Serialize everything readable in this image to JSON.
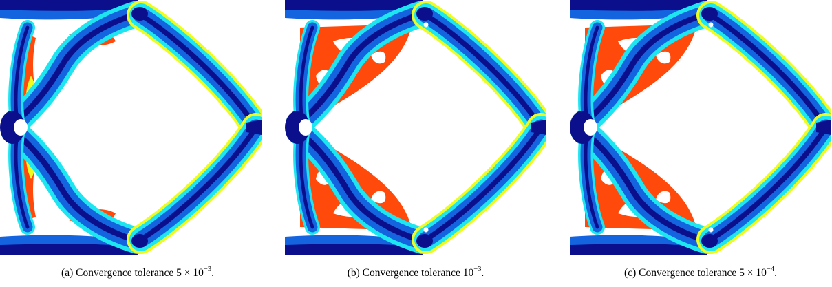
{
  "colors": {
    "dark_blue": "#0b0f8c",
    "blue": "#1463df",
    "cyan": "#1ee6f0",
    "yellow": "#eefc22",
    "orange": "#ff4a0c",
    "background": "#ffffff"
  },
  "figure": {
    "panels": [
      {
        "label": "(a)",
        "caption_text": "Convergence tolerance 5 × 10",
        "caption_exp": "−3",
        "caption_end": ".",
        "detail": "a"
      },
      {
        "label": "(b)",
        "caption_text": "Convergence tolerance 10",
        "caption_exp": "−3",
        "caption_end": ".",
        "detail": "b"
      },
      {
        "label": "(c)",
        "caption_text": "Convergence tolerance 5 × 10",
        "caption_exp": "−4",
        "caption_end": ".",
        "detail": "c"
      }
    ]
  }
}
